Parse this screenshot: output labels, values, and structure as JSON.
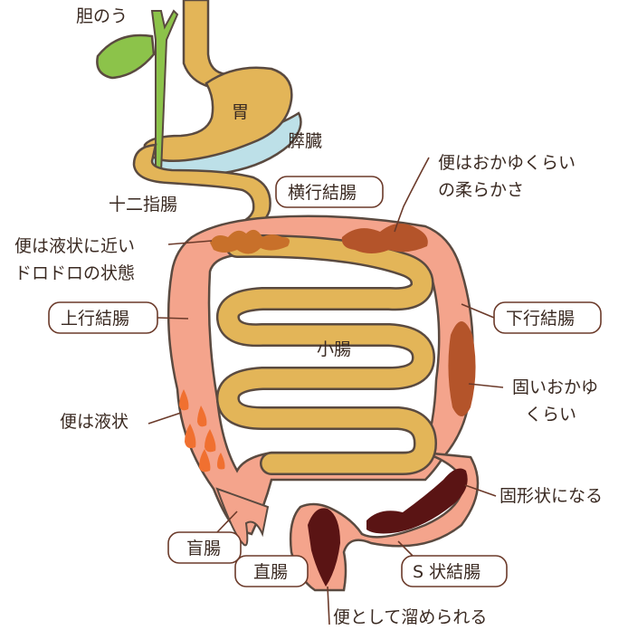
{
  "diagram": {
    "organs": {
      "gallbladder": "胆のう",
      "stomach": "胃",
      "pancreas": "膵臓",
      "duodenum": "十二指腸",
      "transverse_colon": "横行結腸",
      "ascending_colon": "上行結腸",
      "descending_colon": "下行結腸",
      "small_intestine": "小腸",
      "cecum": "盲腸",
      "rectum": "直腸",
      "sigmoid_colon": "S 状結腸"
    },
    "stool_states": {
      "liquid_mushy": [
        "便は液状に近い",
        "ドロドロの状態"
      ],
      "soft_porridge": [
        "便はおかゆくらい",
        "の柔らかさ"
      ],
      "hard_porridge": [
        "固いおかゆ",
        "くらい"
      ],
      "liquid": "便は液状",
      "solid": "固形状になる",
      "stored": "便として溜められる"
    },
    "colors": {
      "organ_yellow": "#e3b558",
      "colon_pink": "#f4a48c",
      "gallbladder_green": "#8cc34a",
      "pancreas_blue": "#bde0e8",
      "stool_mid": "#b4542a",
      "stool_dark": "#5a1414",
      "liquid_orange": "#f07030",
      "outline": "#5a4a40"
    }
  }
}
